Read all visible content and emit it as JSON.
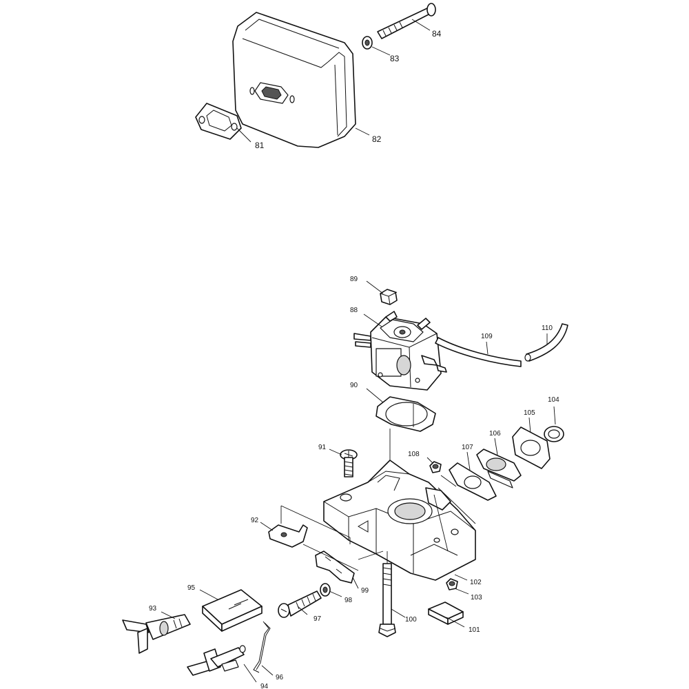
{
  "callouts": {
    "p81": "81",
    "p82": "82",
    "p83": "83",
    "p84": "84",
    "p88": "88",
    "p89": "89",
    "p90": "90",
    "p91": "91",
    "p92": "92",
    "p93": "93",
    "p94": "94",
    "p95": "95",
    "p96": "96",
    "p97": "97",
    "p98": "98",
    "p99": "99",
    "p100": "100",
    "p101": "101",
    "p102": "102",
    "p103": "103",
    "p104": "104",
    "p105": "105",
    "p106": "106",
    "p107": "107",
    "p108": "108",
    "p109": "109",
    "p110": "110"
  }
}
